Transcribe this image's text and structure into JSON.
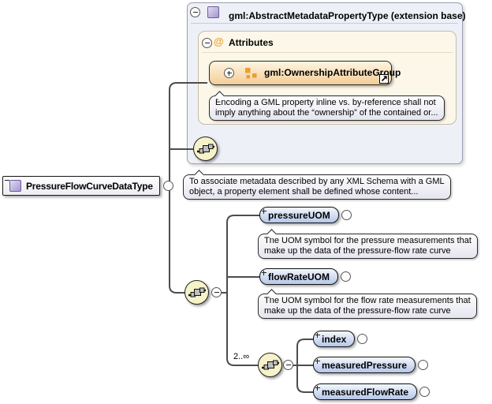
{
  "extension_base": {
    "title": "gml:AbstractMetadataPropertyType (extension base)",
    "attributes": {
      "label": "Attributes",
      "at_icon": "@",
      "group": {
        "name": "gml:OwnershipAttributeGroup",
        "annotation_line1": "Encoding a GML property inline vs. by-reference shall not",
        "annotation_line2": "imply anything about the “ownership” of the contained or..."
      }
    }
  },
  "root_type": {
    "name": "PressureFlowCurveDataType",
    "annotation_line1": "To associate metadata described by any XML Schema with a GML",
    "annotation_line2": "object, a property element shall be defined whose content..."
  },
  "content": {
    "pressure_uom": {
      "name": "pressureUOM",
      "annotation_line1": "The UOM symbol for the pressure measurements that",
      "annotation_line2": "make up the data of the pressure-flow rate curve"
    },
    "flow_rate_uom": {
      "name": "flowRateUOM",
      "annotation_line1": "The UOM symbol for the flow rate measurements that",
      "annotation_line2": "make up the data of the pressure-flow rate curve"
    },
    "tuple_sequence": {
      "cardinality": "2..∞",
      "elements": [
        {
          "name": "index"
        },
        {
          "name": "measuredPressure"
        },
        {
          "name": "measuredFlowRate"
        }
      ]
    }
  },
  "colors": {
    "element_fill": "#b5c7e9",
    "sequence_circle": "#f6f2c9",
    "attribute_group_fill": "#f4cd97",
    "attribute_orange": "#ee9d2e",
    "type_icon_purple": "#a396cd",
    "extension_box_bg": "#eef0f8",
    "attributes_box_bg": "#fcf7e9",
    "connector": "#4d4d4d"
  }
}
